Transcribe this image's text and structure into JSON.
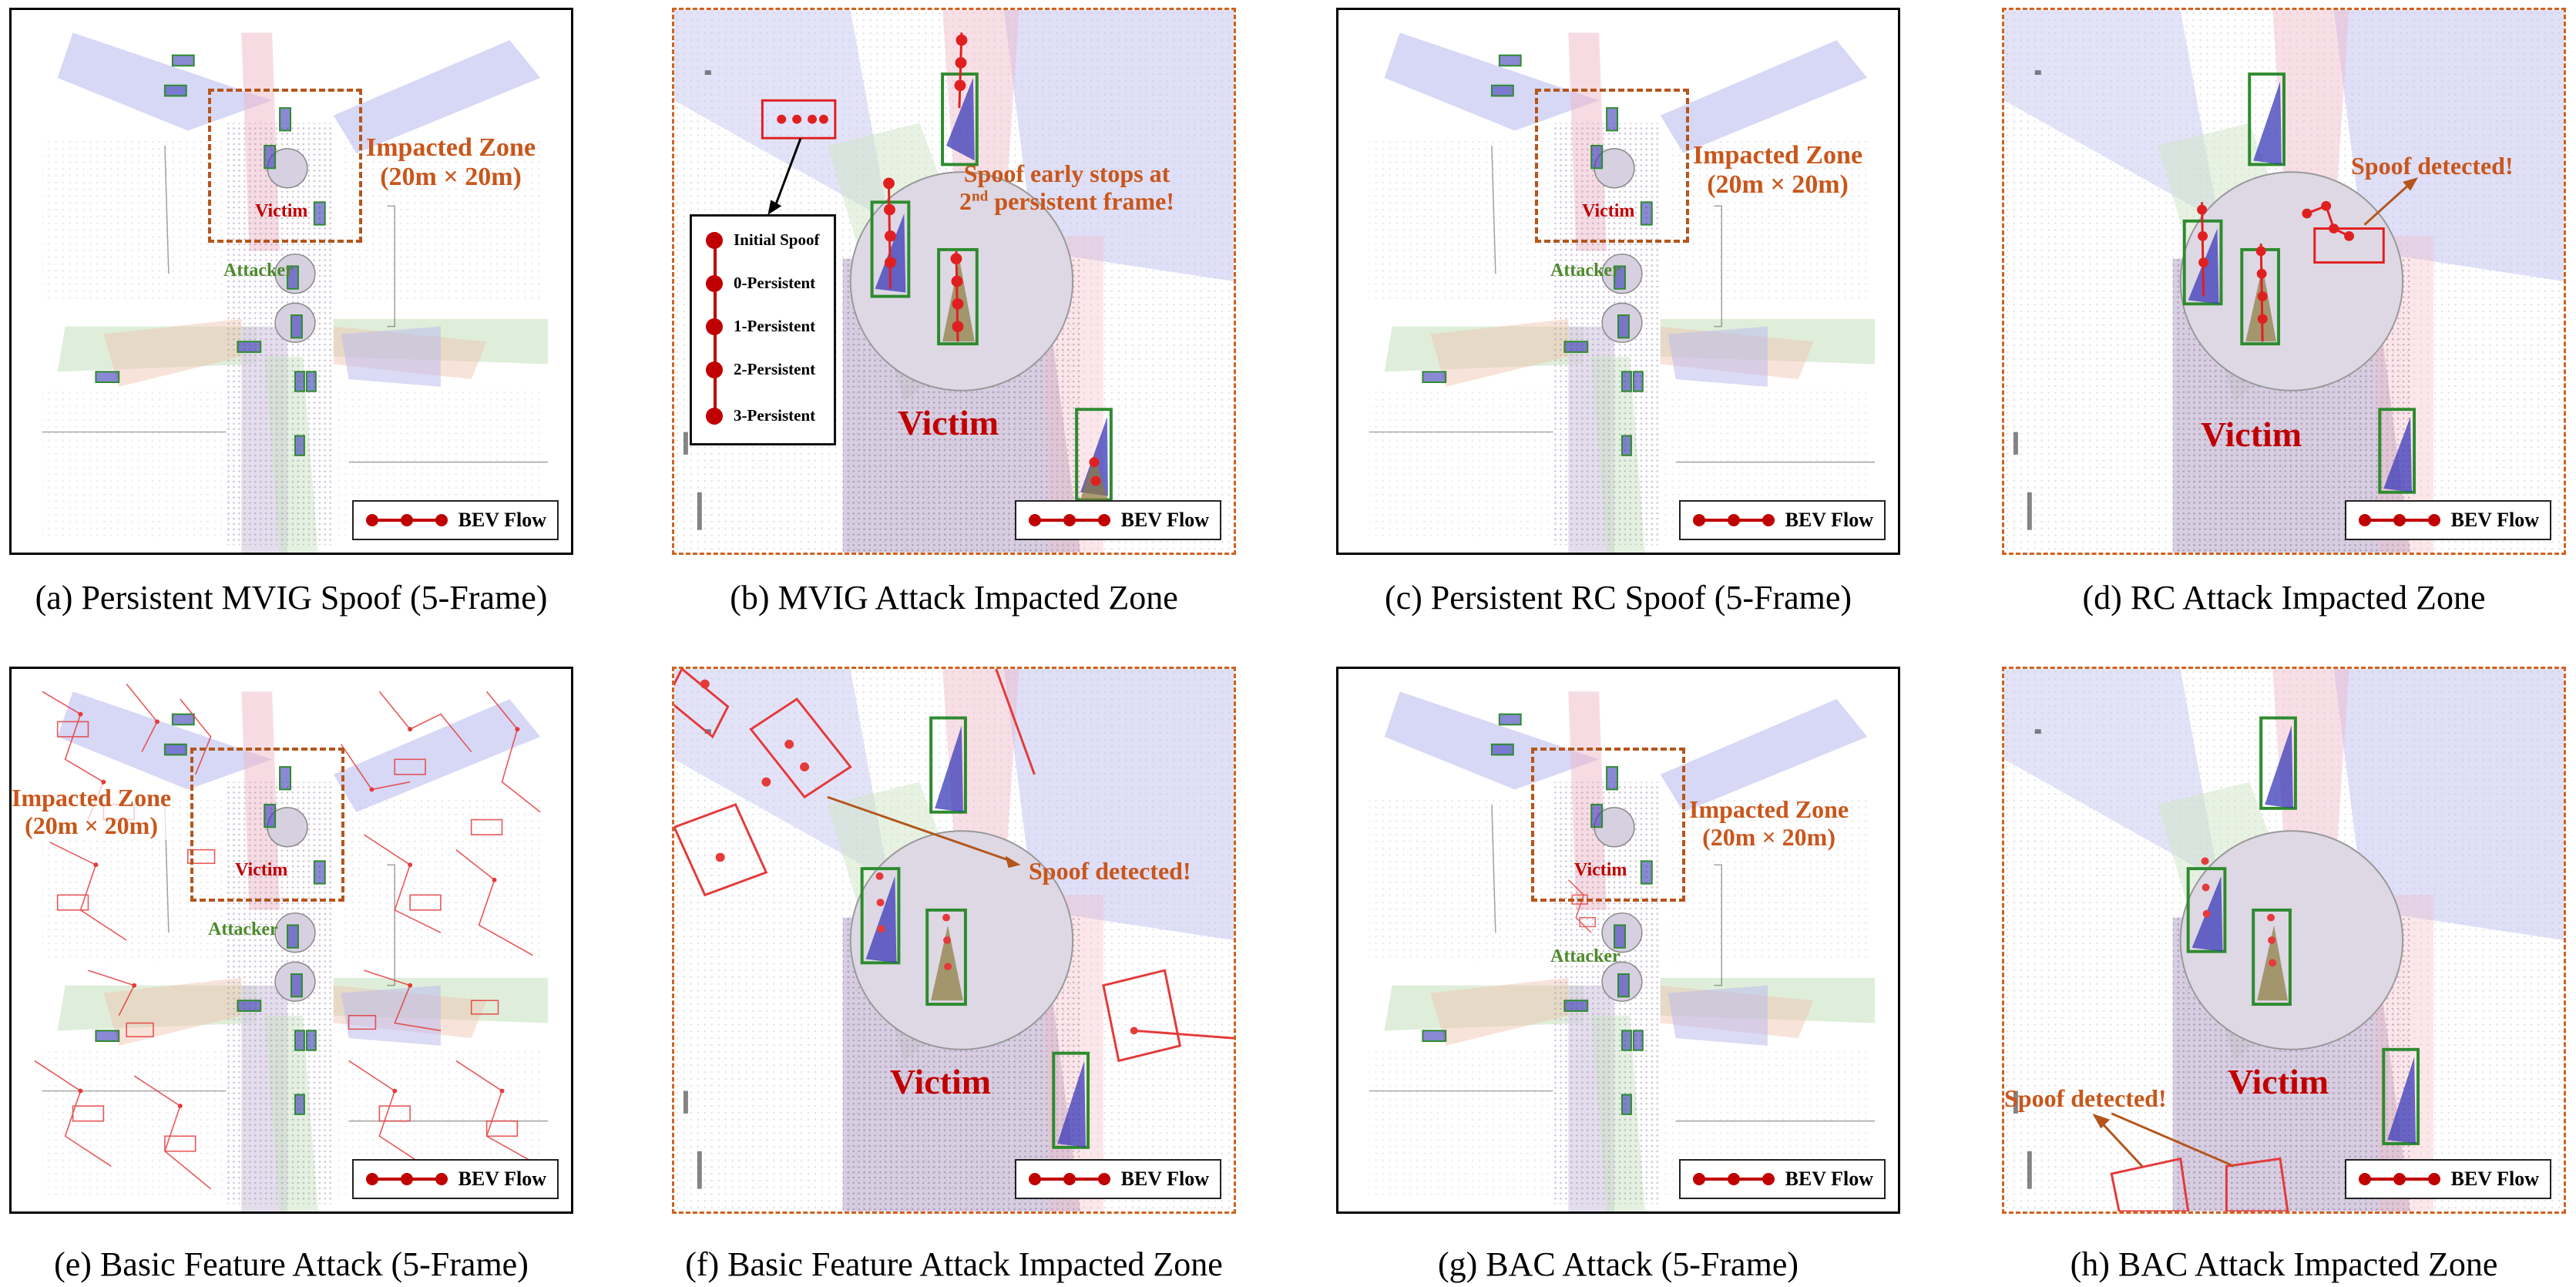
{
  "legend_label": "BEV Flow",
  "panels": [
    {
      "caption": "(a) Persistent MVIG Spoof (5-Frame)",
      "zone_label_1": "Impacted Zone",
      "zone_label_2": "(20m × 20m)",
      "victim": "Victim",
      "attacker": "Attacker"
    },
    {
      "caption": "(b) MVIG Attack Impacted Zone",
      "note_1": "Spoof early stops at",
      "note_2_pre": "2",
      "note_2_sup": "nd",
      "note_2_post": " persistent frame!",
      "victim": "Victim",
      "persistence_list": [
        "Initial Spoof",
        "0-Persistent",
        "1-Persistent",
        "2-Persistent",
        "3-Persistent"
      ]
    },
    {
      "caption": "(c) Persistent RC Spoof (5-Frame)",
      "zone_label_1": "Impacted Zone",
      "zone_label_2": "(20m × 20m)",
      "victim": "Victim",
      "attacker": "Attacker"
    },
    {
      "caption": "(d) RC Attack Impacted Zone",
      "note": "Spoof detected!",
      "victim": "Victim"
    },
    {
      "caption": "(e) Basic Feature Attack (5-Frame)",
      "zone_label_1": "Impacted Zone",
      "zone_label_2": "(20m × 20m)",
      "victim": "Victim",
      "attacker": "Attacker"
    },
    {
      "caption": "(f) Basic Feature Attack Impacted Zone",
      "note": "Spoof detected!",
      "victim": "Victim"
    },
    {
      "caption": "(g) BAC Attack (5-Frame)",
      "zone_label_1": "Impacted Zone",
      "zone_label_2": "(20m × 20m)",
      "victim": "Victim",
      "attacker": "Attacker"
    },
    {
      "caption": "(h) BAC Attack Impacted Zone",
      "note": "Spoof detected!",
      "victim": "Victim"
    }
  ],
  "colors": {
    "zone": "#b4561c",
    "victim": "#c00000",
    "attacker": "#4c8a2a",
    "spoof": "#e02020",
    "gt_box": "#2e8b2e",
    "pred_fill": "#3a3ab8"
  }
}
